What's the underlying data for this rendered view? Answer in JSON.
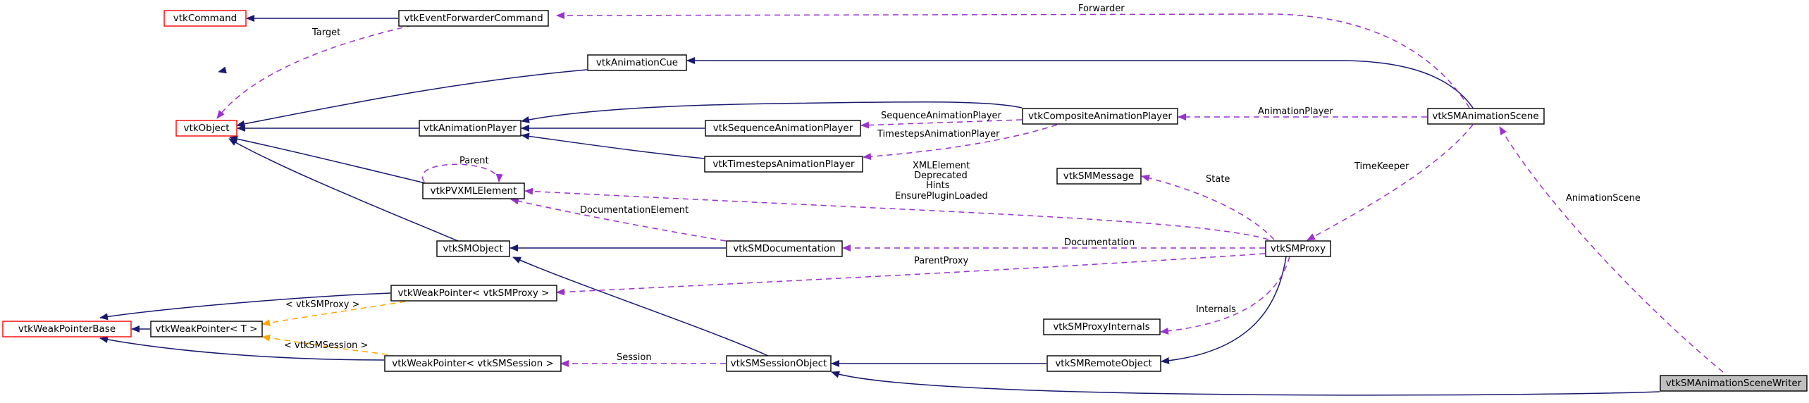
{
  "nodes": {
    "vtkCommand": "vtkCommand",
    "vtkEventForwarderCommand": "vtkEventForwarderCommand",
    "vtkObject": "vtkObject",
    "vtkAnimationCue": "vtkAnimationCue",
    "vtkAnimationPlayer": "vtkAnimationPlayer",
    "vtkSequenceAnimationPlayer": "vtkSequenceAnimationPlayer",
    "vtkTimestepsAnimationPlayer": "vtkTimestepsAnimationPlayer",
    "vtkCompositeAnimationPlayer": "vtkCompositeAnimationPlayer",
    "vtkSMAnimationScene": "vtkSMAnimationScene",
    "vtkPVXMLElement": "vtkPVXMLElement",
    "vtkSMMessage": "vtkSMMessage",
    "vtkSMObject": "vtkSMObject",
    "vtkSMDocumentation": "vtkSMDocumentation",
    "vtkSMProxy": "vtkSMProxy",
    "vtkWeakPointerBase": "vtkWeakPointerBase",
    "vtkWeakPointerT": "vtkWeakPointer< T >",
    "vtkWeakPointerProxy": "vtkWeakPointer< vtkSMProxy >",
    "vtkWeakPointerSession": "vtkWeakPointer< vtkSMSession >",
    "vtkSMProxyInternals": "vtkSMProxyInternals",
    "vtkSMSessionObject": "vtkSMSessionObject",
    "vtkSMRemoteObject": "vtkSMRemoteObject",
    "vtkSMAnimationSceneWriter": "vtkSMAnimationSceneWriter"
  },
  "edge_labels": {
    "forwarder": "Forwarder",
    "target": "Target",
    "animation_player": "AnimationPlayer",
    "sequence_animation_player": "SequenceAnimationPlayer",
    "timesteps_animation_player": "TimestepsAnimationPlayer",
    "parent": "Parent",
    "timekeeper": "TimeKeeper",
    "animation_scene": "AnimationScene",
    "state": "State",
    "xml_element": "XMLElement",
    "deprecated": "Deprecated",
    "hints": "Hints",
    "ensure_plugin_loaded": "EnsurePluginLoaded",
    "documentation_element": "DocumentationElement",
    "documentation": "Documentation",
    "parent_proxy": "ParentProxy",
    "tpl_proxy": "< vtkSMProxy >",
    "tpl_session": "< vtkSMSession >",
    "internals": "Internals",
    "session": "Session"
  },
  "colors": {
    "inheritance": "#191970",
    "usage": "#9a32cd",
    "template": "#ffa500",
    "undocumented_border": "#ff0000",
    "highlight_fill": "#bfbfbf"
  }
}
